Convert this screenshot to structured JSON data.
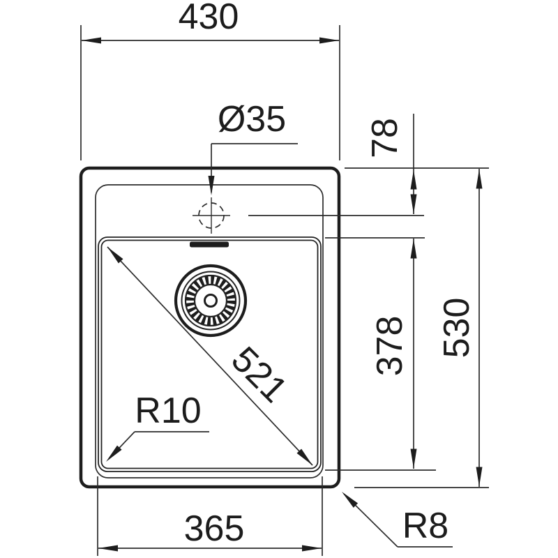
{
  "page": {
    "background_color": "#ffffff",
    "ink_color": "#2b2b2b",
    "kind": "technical dimension drawing",
    "subject": "kitchen sink, top view"
  },
  "labels": {
    "overall_width": "430",
    "faucet_hole_diameter": "Ø35",
    "faucet_hole_offset": "78",
    "overall_depth": "530",
    "bowl_depth": "378",
    "bowl_diagonal": "521",
    "bowl_corner_radius": "R10",
    "outer_corner_radius": "R8",
    "bowl_width": "365"
  }
}
